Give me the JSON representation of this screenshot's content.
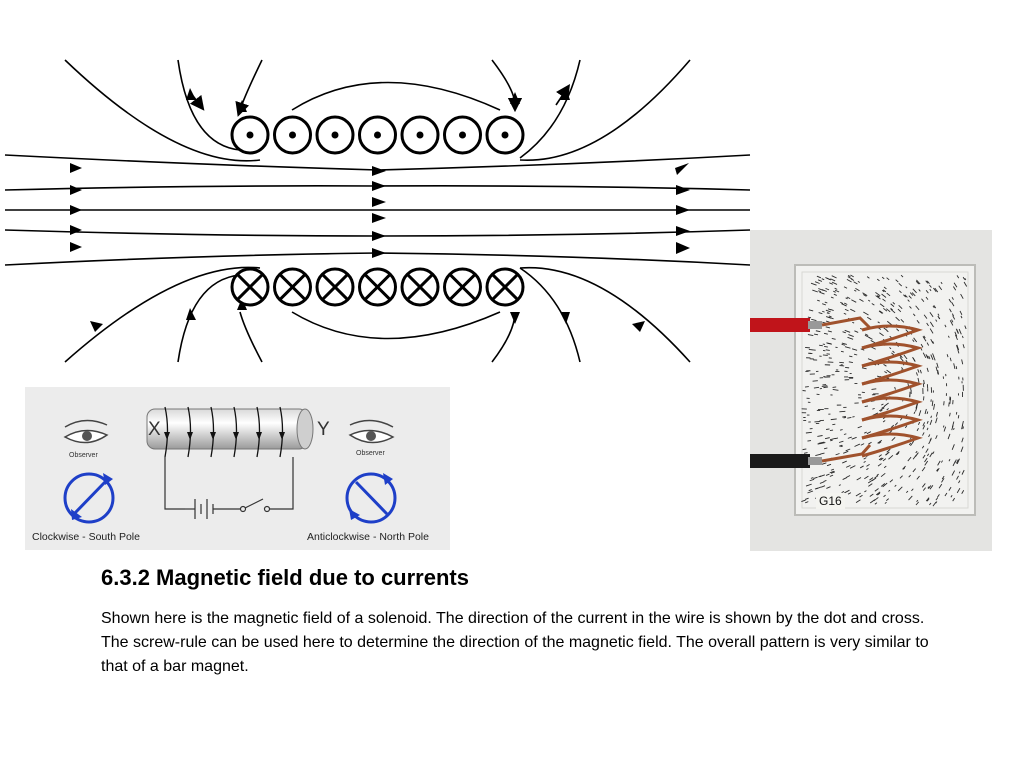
{
  "slide": {
    "heading": "6.3.2 Magnetic field due to currents",
    "body": "Shown here is the magnetic field of a solenoid. The direction of the current in the wire is shown by the dot and cross. The screw-rule can be used here to determine the direction of the magnetic field. The overall pattern is very similar to that of a bar magnet."
  },
  "solenoid_diagram": {
    "top_row_symbol": "dot",
    "bottom_row_symbol": "cross",
    "coil_count": 7,
    "line_color": "#000000"
  },
  "observer_panel": {
    "end_left": "X",
    "end_right": "Y",
    "observer_left": "Observer",
    "observer_right": "Observer",
    "caption_left": "Clockwise - South Pole",
    "caption_right": "Anticlockwise - North Pole",
    "arrow_color": "#1e3fc8"
  },
  "photo": {
    "tag": "G16",
    "lead_colors": [
      "#c0141a",
      "#1a1a1a"
    ],
    "coil_color": "#a0522d"
  }
}
